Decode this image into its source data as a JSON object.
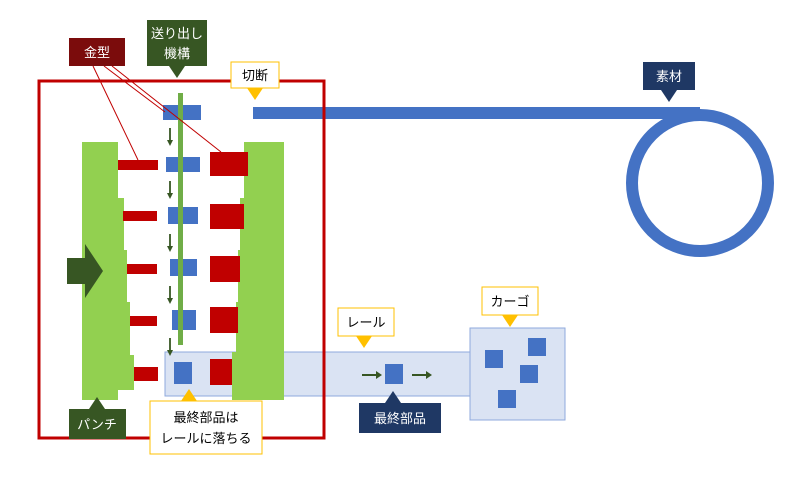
{
  "labels": {
    "die": "金型",
    "feed_line1": "送り出し",
    "feed_line2": "機構",
    "cut": "切断",
    "material": "素材",
    "punch": "パンチ",
    "final_drop_line1": "最終部品は",
    "final_drop_line2": "レールに落ちる",
    "rail": "レール",
    "final_part": "最終部品",
    "cargo": "カーゴ"
  },
  "colors": {
    "die": "#c00000",
    "die_label_bg": "#7b0c0c",
    "feed": "#70ad47",
    "feed_label_bg": "#375623",
    "punch": "#92d050",
    "material": "#4472c4",
    "material_label_bg": "#1f3864",
    "callout_border": "#ffc000",
    "rail_fill": "#dae3f3",
    "arrow_dark": "#375623"
  },
  "icons": {
    "down_arrow": "down-arrow-icon",
    "right_arrow": "right-arrow-icon"
  }
}
